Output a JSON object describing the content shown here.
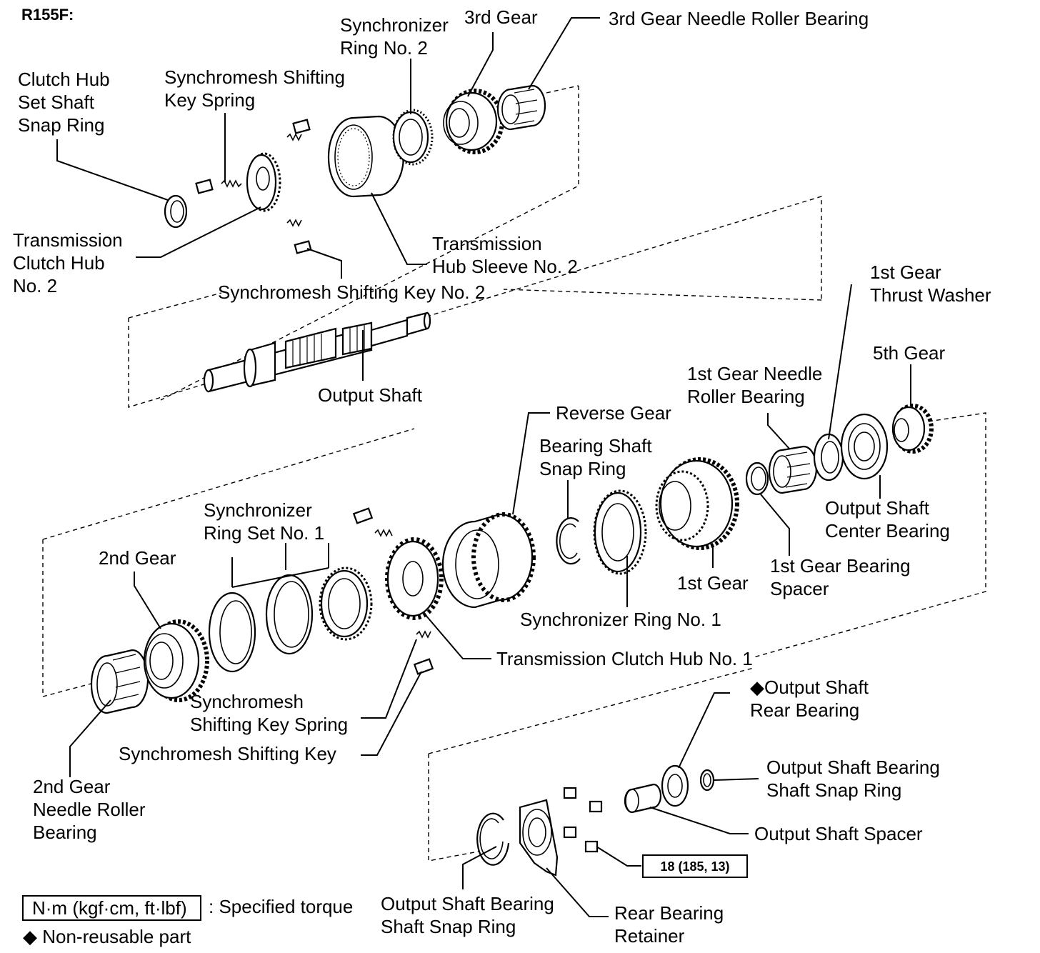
{
  "title": "R155F:",
  "labels": {
    "sync_ring_2": [
      "Synchronizer",
      "Ring No. 2"
    ],
    "gear_3rd": [
      "3rd Gear"
    ],
    "bearing_3rd": [
      "3rd Gear Needle Roller Bearing"
    ],
    "clutch_hub_snap_ring": [
      "Clutch Hub",
      "Set Shaft",
      "Snap Ring"
    ],
    "key_spring_top": [
      "Synchromesh Shifting",
      "Key Spring"
    ],
    "clutch_hub_2": [
      "Transmission",
      "Clutch Hub",
      "No. 2"
    ],
    "hub_sleeve_2": [
      "Transmission",
      "Hub Sleeve No. 2"
    ],
    "shifting_key_2": [
      "Synchromesh Shifting Key No. 2"
    ],
    "output_shaft": [
      "Output Shaft"
    ],
    "thrust_washer": [
      "1st Gear",
      "Thrust Washer"
    ],
    "gear_5th": [
      "5th Gear"
    ],
    "bearing_1st": [
      "1st Gear Needle",
      "Roller Bearing"
    ],
    "reverse_gear": [
      "Reverse Gear"
    ],
    "bearing_shaft_snap_ring": [
      "Bearing Shaft",
      "Snap Ring"
    ],
    "center_bearing": [
      "Output Shaft",
      "Center Bearing"
    ],
    "sync_ring_set_1": [
      "Synchronizer",
      "Ring Set No. 1"
    ],
    "gear_2nd": [
      "2nd Gear"
    ],
    "gear_1st": [
      "1st Gear"
    ],
    "bearing_spacer_1st": [
      "1st Gear Bearing",
      "Spacer"
    ],
    "sync_ring_1": [
      "Synchronizer Ring No. 1"
    ],
    "clutch_hub_1": [
      "Transmission Clutch Hub No. 1"
    ],
    "key_spring_bottom": [
      "Synchromesh",
      "Shifting Key Spring"
    ],
    "shifting_key": [
      "Synchromesh Shifting Key"
    ],
    "rear_bearing": [
      "◆Output Shaft",
      "Rear Bearing"
    ],
    "bearing_snap_ring_right": [
      "Output Shaft Bearing",
      "Shaft Snap Ring"
    ],
    "output_spacer": [
      "Output Shaft Spacer"
    ],
    "bearing_2nd": [
      "2nd Gear",
      "Needle Roller",
      "Bearing"
    ],
    "bearing_snap_ring_bottom": [
      "Output Shaft Bearing",
      "Shaft Snap Ring"
    ],
    "rear_retainer": [
      "Rear Bearing",
      "Retainer"
    ]
  },
  "torque": "18 (185, 13)",
  "legend": {
    "torque_box": "N·m (kgf·cm, ft·lbf)",
    "torque_text": ": Specified torque",
    "nonreusable": "◆ Non-reusable part"
  }
}
